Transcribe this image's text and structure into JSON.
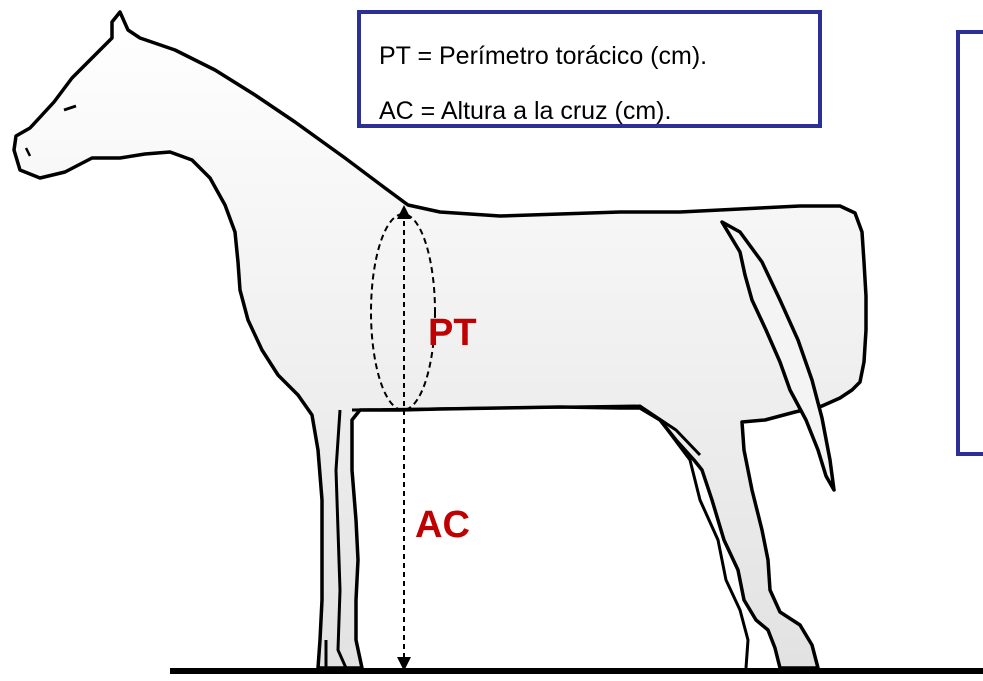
{
  "legend": {
    "line1": "PT = Perímetro torácico (cm).",
    "line2": "AC = Altura a la cruz (cm)."
  },
  "labels": {
    "pt": "PT",
    "ac": "AC"
  },
  "colors": {
    "label": "#c00000",
    "frame": "#2b2f96",
    "outline": "#000000",
    "body_fill": "#eeeeee"
  }
}
